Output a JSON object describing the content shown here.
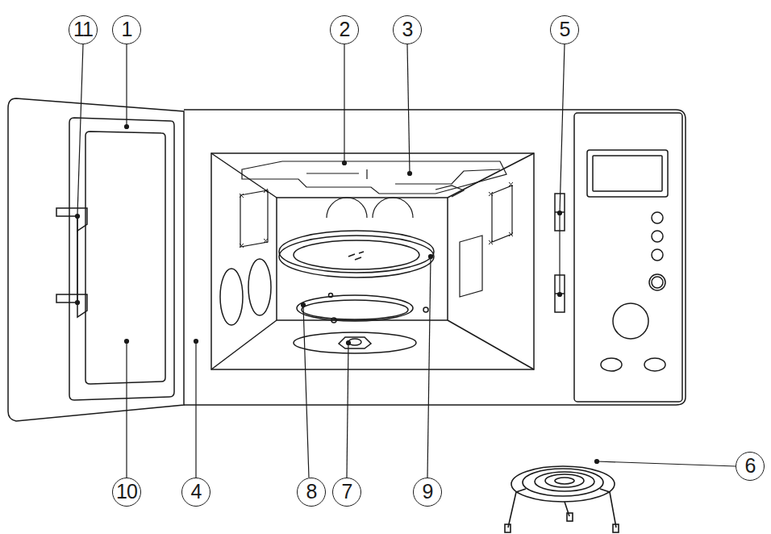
{
  "diagram": {
    "labels": [
      "11",
      "1",
      "2",
      "3",
      "5",
      "6",
      "10",
      "4",
      "8",
      "7",
      "9"
    ]
  }
}
